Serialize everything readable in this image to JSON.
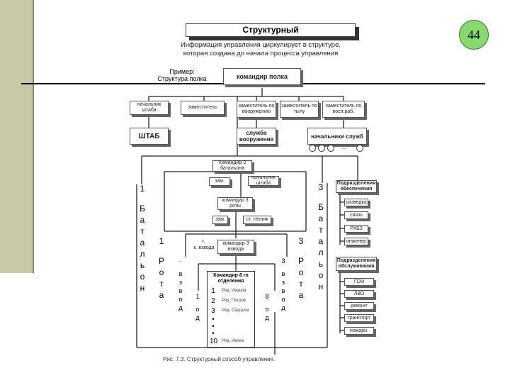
{
  "slide_number": "44",
  "title": "Структурный",
  "subtitle": "Информация управления циркулирует в структуре, которая создана до начала процесса управления",
  "example": {
    "line1": "Пример:",
    "line2": "Структура полка"
  },
  "commander": "командир полка",
  "staff_chief": "начальник штаба",
  "deputy": "заместитель",
  "deputy_arms": "заместитель по вооружению",
  "deputy_rear": "заместитель по тылу",
  "deputy_edu": "заместитель по восп.раб.",
  "shtab": "ШТАБ",
  "arms_service": "служба вооружения",
  "service_chiefs": "начальники служб",
  "dots": "...",
  "battalion_cmdr": "Командир 3 батальона",
  "bat_deputy": "зам.",
  "bat_staff": "начальник штаба",
  "company_cmdr": "командир 3 роты",
  "company_deputy": "зам.",
  "company_tech": "т.",
  "company_techchief": "ст. техник",
  "platoon_deputy": "к. взвода",
  "platoon_cmdr": "командир 3 взвода",
  "squad_box": {
    "title": "Командир 8 го отделения",
    "rows": [
      {
        "num": "1",
        "text": "Ряд. Иванов"
      },
      {
        "num": "2",
        "text": "Ряд. Петров"
      },
      {
        "num": "3",
        "text": "Ряд. Сидоров"
      },
      {
        "num": "•",
        "text": ""
      },
      {
        "num": "•",
        "text": ""
      },
      {
        "num": "•",
        "text": ""
      },
      {
        "num": "10",
        "text": "Ряд. Ивлев"
      }
    ]
  },
  "battalion_1": {
    "num": "1",
    "word": "Батальон"
  },
  "battalion_3": {
    "num": "3",
    "word": "Батальон"
  },
  "company_1": {
    "num": "1",
    "word": "Рота"
  },
  "company_3": {
    "num": "3",
    "word": "Рота"
  },
  "platoon_a": {
    "num": "·",
    "word": "взвод"
  },
  "platoon_b": {
    "num": "3",
    "word": "взвод"
  },
  "platoon_mini_1": {
    "num": "1",
    "word": "од"
  },
  "platoon_mini_2": {
    "num": "8",
    "word": "од"
  },
  "support_units": "Подразделения обеспечения",
  "maint_units": "Подразделения обслуживания",
  "support_items": [
    "разведка",
    "связь",
    "РХБЗ",
    "инженер"
  ],
  "maint_items": [
    "ГСМ",
    "ЛВО",
    "ремонт",
    "транспорт",
    "пожарн."
  ],
  "caption": "Рис. 7.3. Структурный способ управления."
}
